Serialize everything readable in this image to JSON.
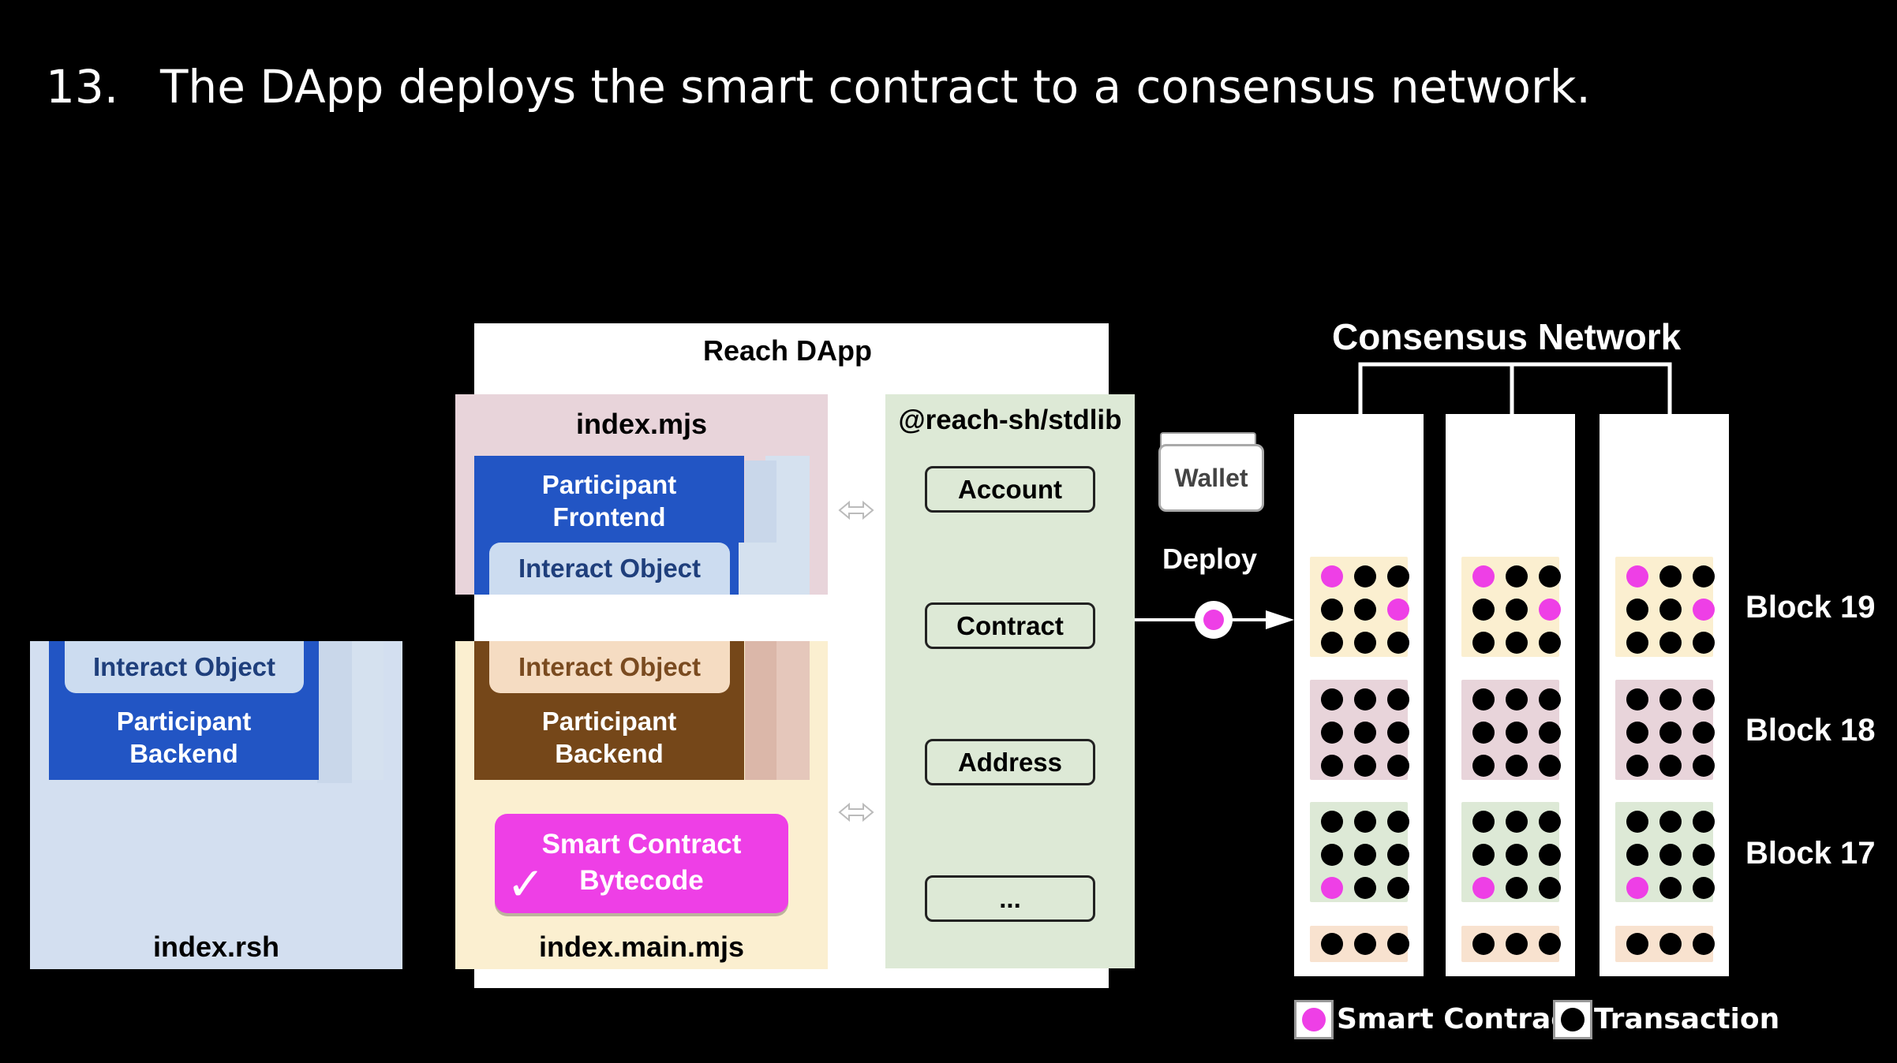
{
  "slide": {
    "number": "13.",
    "title": "The DApp deploys the smart contract to a consensus network."
  },
  "index_rsh": {
    "label": "index.rsh",
    "interact_object": "Interact Object",
    "participant_backend": "Participant\nBackend"
  },
  "reach_dapp": {
    "label": "Reach DApp",
    "index_mjs": {
      "label": "index.mjs",
      "participant_frontend": "Participant\nFrontend",
      "interact_object": "Interact Object"
    },
    "index_main_mjs": {
      "label": "index.main.mjs",
      "interact_object": "Interact Object",
      "participant_backend": "Participant\nBackend",
      "smart_contract_bytecode": "Smart Contract\nBytecode",
      "check_mark": "✓"
    },
    "stdlib": {
      "label": "@reach-sh/stdlib",
      "items": [
        "Account",
        "Contract",
        "Address",
        "..."
      ]
    }
  },
  "wallet": {
    "label": "Wallet"
  },
  "deploy": {
    "label": "Deploy"
  },
  "consensus_network": {
    "label": "Consensus Network",
    "blocks": [
      "Block 19",
      "Block 18",
      "Block 17"
    ]
  },
  "legend": {
    "smart_contract": "Smart Contract",
    "transaction": "Transaction"
  },
  "colors": {
    "background": "#000000",
    "participant_blue": "#2255c4",
    "participant_brown": "#754719",
    "smart_contract_magenta": "#ee3fe6",
    "stdlib_green": "#dde9d6",
    "index_rsh_blue": "#d3dff0",
    "index_mjs_pink": "#e8d4da",
    "index_main_cream": "#fbefd0",
    "block19": "#fbefd0",
    "block18": "#e8d4da",
    "block17": "#dde9d6",
    "block16": "#f8e2cf"
  }
}
